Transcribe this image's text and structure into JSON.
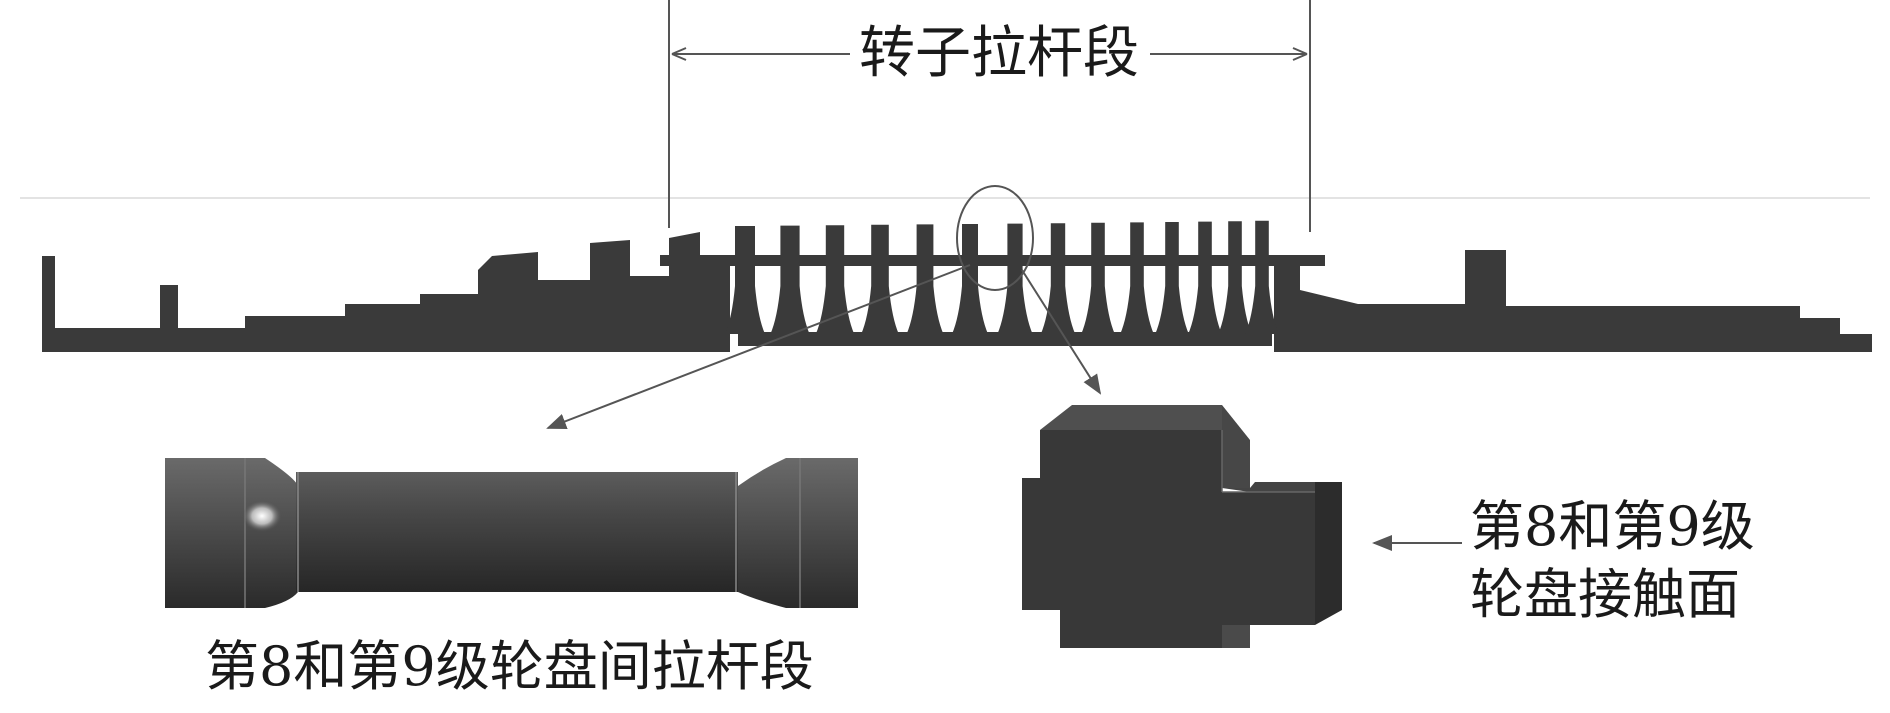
{
  "labels": {
    "rotor_tie_rod_section": "转子拉杆段",
    "tie_rod_between_disks": "第8和第9级轮盘间拉杆段",
    "contact_surface_line1": "第8和第9级",
    "contact_surface_line2": "轮盘接触面"
  },
  "colors": {
    "rotor_fill": "#3a3a3a",
    "line": "#555555",
    "background": "#ffffff"
  }
}
